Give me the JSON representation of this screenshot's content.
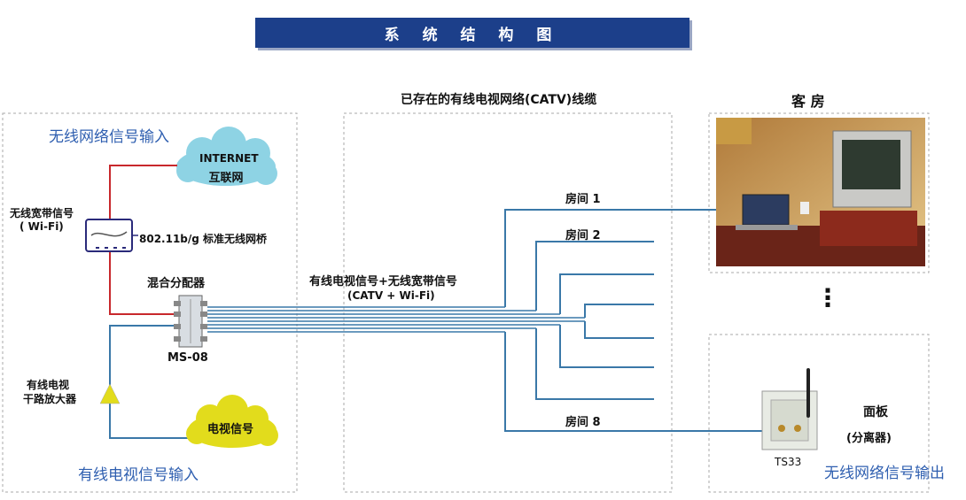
{
  "title": "系 统 结 构 图",
  "cable_title": "已存在的有线电视网络(CATV)线缆",
  "guest_room": "客 房",
  "wireless_in": "无线网络信号输入",
  "catv_in": "有线电视信号输入",
  "wireless_out": "无线网络信号输出",
  "internet_line1": "INTERNET",
  "internet_line2": "互联网",
  "broadband_line1": "无线宽带信号",
  "broadband_line2": "( Wi-Fi)",
  "bridge_label": "802.11b/g 标准无线网桥",
  "mixer_label": "混合分配器",
  "mixer_model": "MS-08",
  "amp_line1": "有线电视",
  "amp_line2": "干路放大器",
  "tv_signal": "电视信号",
  "combined_line1": "有线电视信号+无线宽带信号",
  "combined_line2": "(CATV + Wi-Fi)",
  "rooms": [
    "房间 1",
    "房间 2",
    "房间 8"
  ],
  "ellipsis": "⋮",
  "panel_line1": "面板",
  "panel_line2": "(分离器)",
  "panel_model": "TS33",
  "colors": {
    "title_bg": "#1c3f8a",
    "internet_cloud": "#8ed3e4",
    "tv_cloud": "#e2dc1c",
    "amp_triangle": "#e2dc1c",
    "internet_line": "#c8282c",
    "cable_line": "#3a78a8",
    "blue_text": "#2f5fb0"
  }
}
